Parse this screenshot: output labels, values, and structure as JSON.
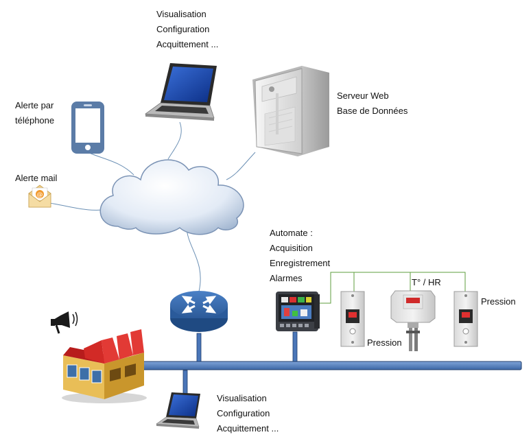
{
  "labels": {
    "laptop_top": [
      "Visualisation",
      "Configuration",
      "Acquittement ..."
    ],
    "phone": [
      "Alerte par",
      "téléphone"
    ],
    "mail": "Alerte mail",
    "server": [
      "Serveur Web",
      "Base de Données"
    ],
    "plc": [
      "Automate :",
      "Acquisition",
      "Enregistrement",
      "Alarmes"
    ],
    "thr": "T° / HR",
    "pressure_left": "Pression",
    "pressure_right": "Pression",
    "laptop_bottom": [
      "Visualisation",
      "Configuration",
      "Acquittement ..."
    ]
  },
  "icons": {
    "cloud": "network-cloud-icon",
    "router": "router-icon",
    "server": "tower-server-icon",
    "laptop": "laptop-icon",
    "phone": "smartphone-icon",
    "mail": "envelope-icon",
    "factory": "factory-icon",
    "siren": "siren-icon",
    "plc": "plc-touchscreen-icon",
    "pressure_sensor": "pressure-transmitter-icon",
    "thr_sensor": "temperature-humidity-transmitter-icon"
  },
  "colors": {
    "bus": "#4a76b8",
    "bus_stroke": "#1f3d6b",
    "router": "#2f5f9e",
    "cloud": "#dfe8f5",
    "factory_roof": "#d8262a",
    "wire": "#6a8fb4",
    "sensor_wire": "#5d9e3c"
  }
}
